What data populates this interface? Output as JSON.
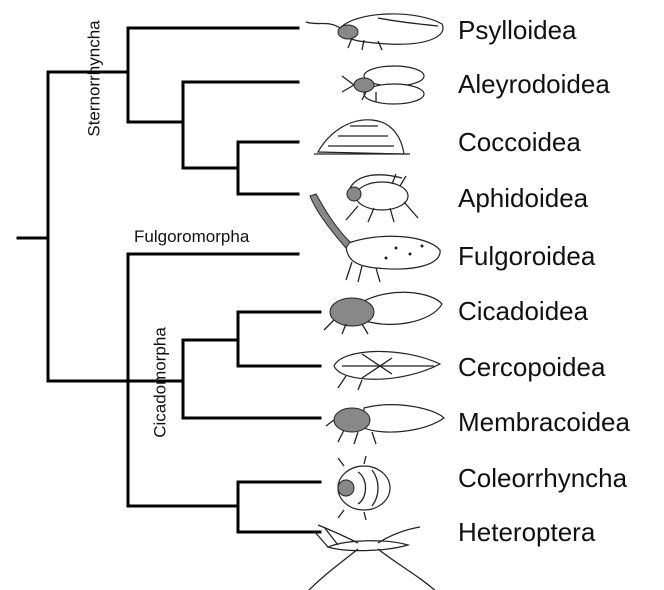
{
  "taxa": [
    {
      "label": "Psylloidea",
      "icon": "psyllid-icon"
    },
    {
      "label": "Aleyrodoidea",
      "icon": "whitefly-icon"
    },
    {
      "label": "Coccoidea",
      "icon": "scale-insect-icon"
    },
    {
      "label": "Aphidoidea",
      "icon": "aphid-icon"
    },
    {
      "label": "Fulgoroidea",
      "icon": "lanternfly-icon"
    },
    {
      "label": "Cicadoidea",
      "icon": "cicada-icon"
    },
    {
      "label": "Cercopoidea",
      "icon": "spittlebug-icon"
    },
    {
      "label": "Membracoidea",
      "icon": "treehopper-icon"
    },
    {
      "label": "Coleorrhyncha",
      "icon": "moss-bug-icon"
    },
    {
      "label": "Heteroptera",
      "icon": "true-bug-icon"
    }
  ],
  "clades": {
    "sternorrhyncha": "Sternorrhyncha",
    "fulgoromorpha": "Fulgoromorpha",
    "cicadomorpha": "Cicadomorpha"
  }
}
